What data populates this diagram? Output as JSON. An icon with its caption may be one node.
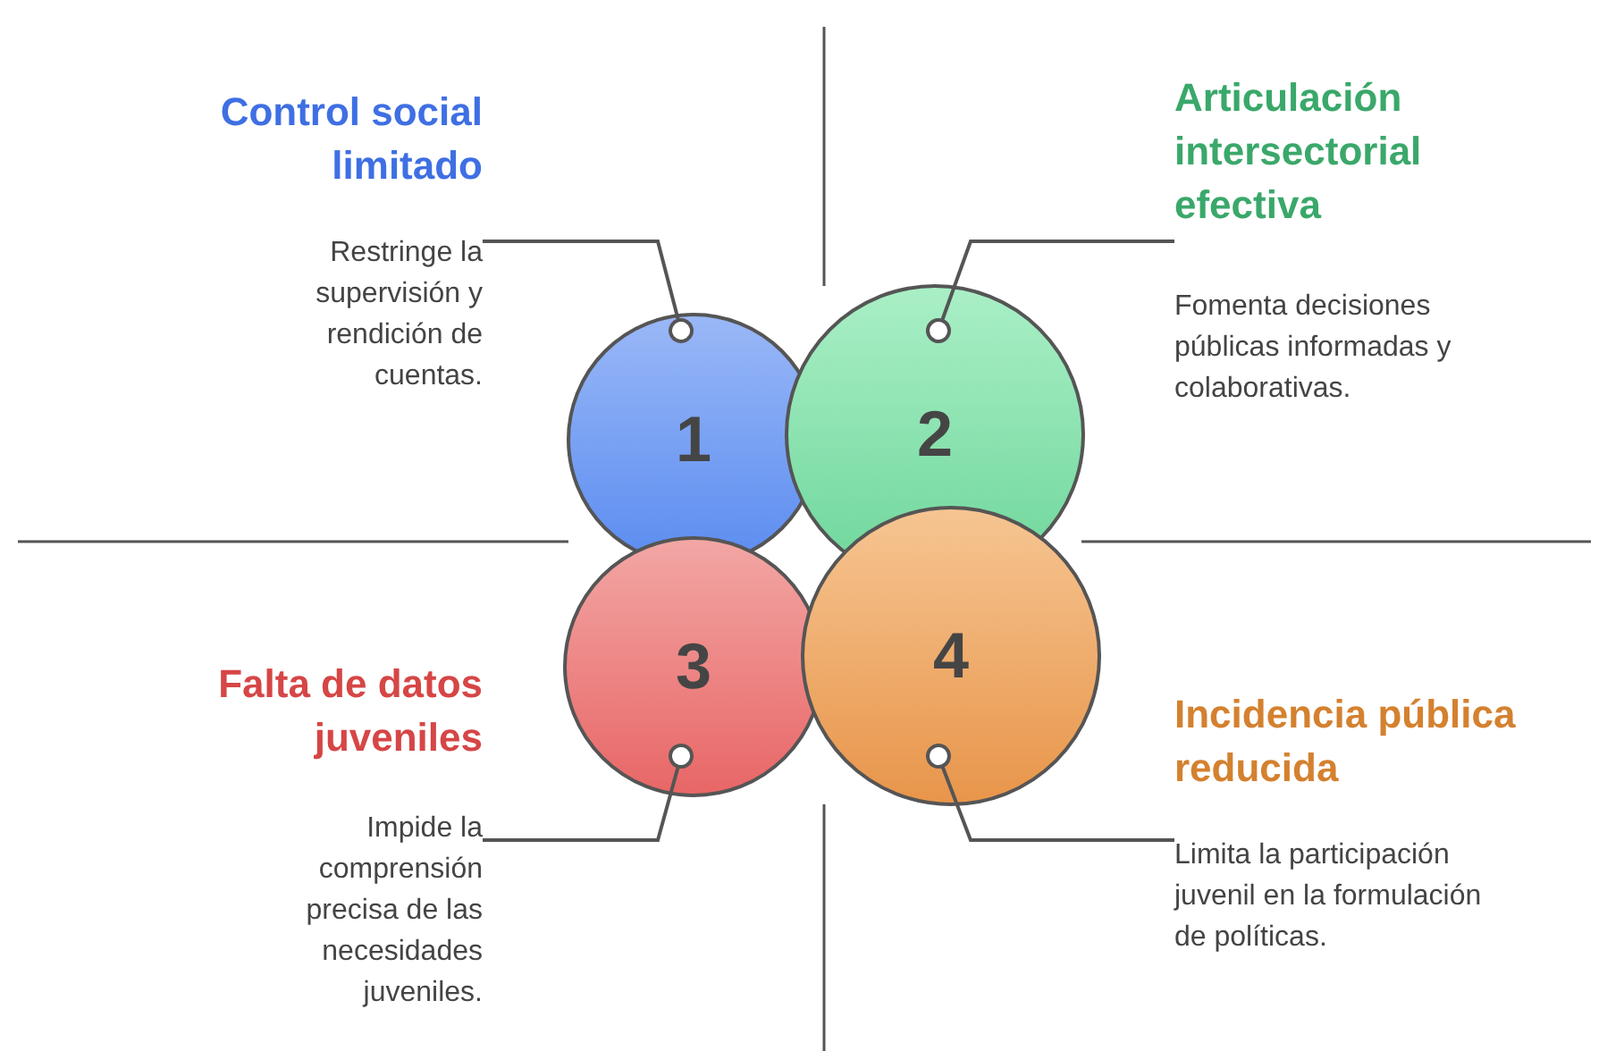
{
  "diagram": {
    "nodes": [
      {
        "text": [
          "1"
        ]
      },
      {
        "text": [
          "2"
        ]
      },
      {
        "text": [
          "3"
        ]
      },
      {
        "text": [
          "4"
        ]
      },
      {
        "text": [
          "Control social limitado",
          "Restringe la supervisión y rendición de cuentas."
        ]
      },
      {
        "text": [
          "Articulación intersectorial efectiva",
          "Fomenta decisiones públicas informadas y colaborativas."
        ]
      },
      {
        "text": [
          "Falta de datos juveniles",
          "Impide la comprensión precisa de las necesidades juveniles."
        ]
      },
      {
        "text": [
          "Incidencia pública reducida",
          "Limita la participación juvenil en la formulación de políticas."
        ]
      }
    ],
    "edges": [
      {
        "from": 4,
        "to": 0,
        "arrow": "other"
      },
      {
        "from": 5,
        "to": 1,
        "arrow": "other"
      },
      {
        "from": 6,
        "to": 2,
        "arrow": "other"
      },
      {
        "from": 7,
        "to": 3,
        "arrow": "other"
      }
    ]
  }
}
